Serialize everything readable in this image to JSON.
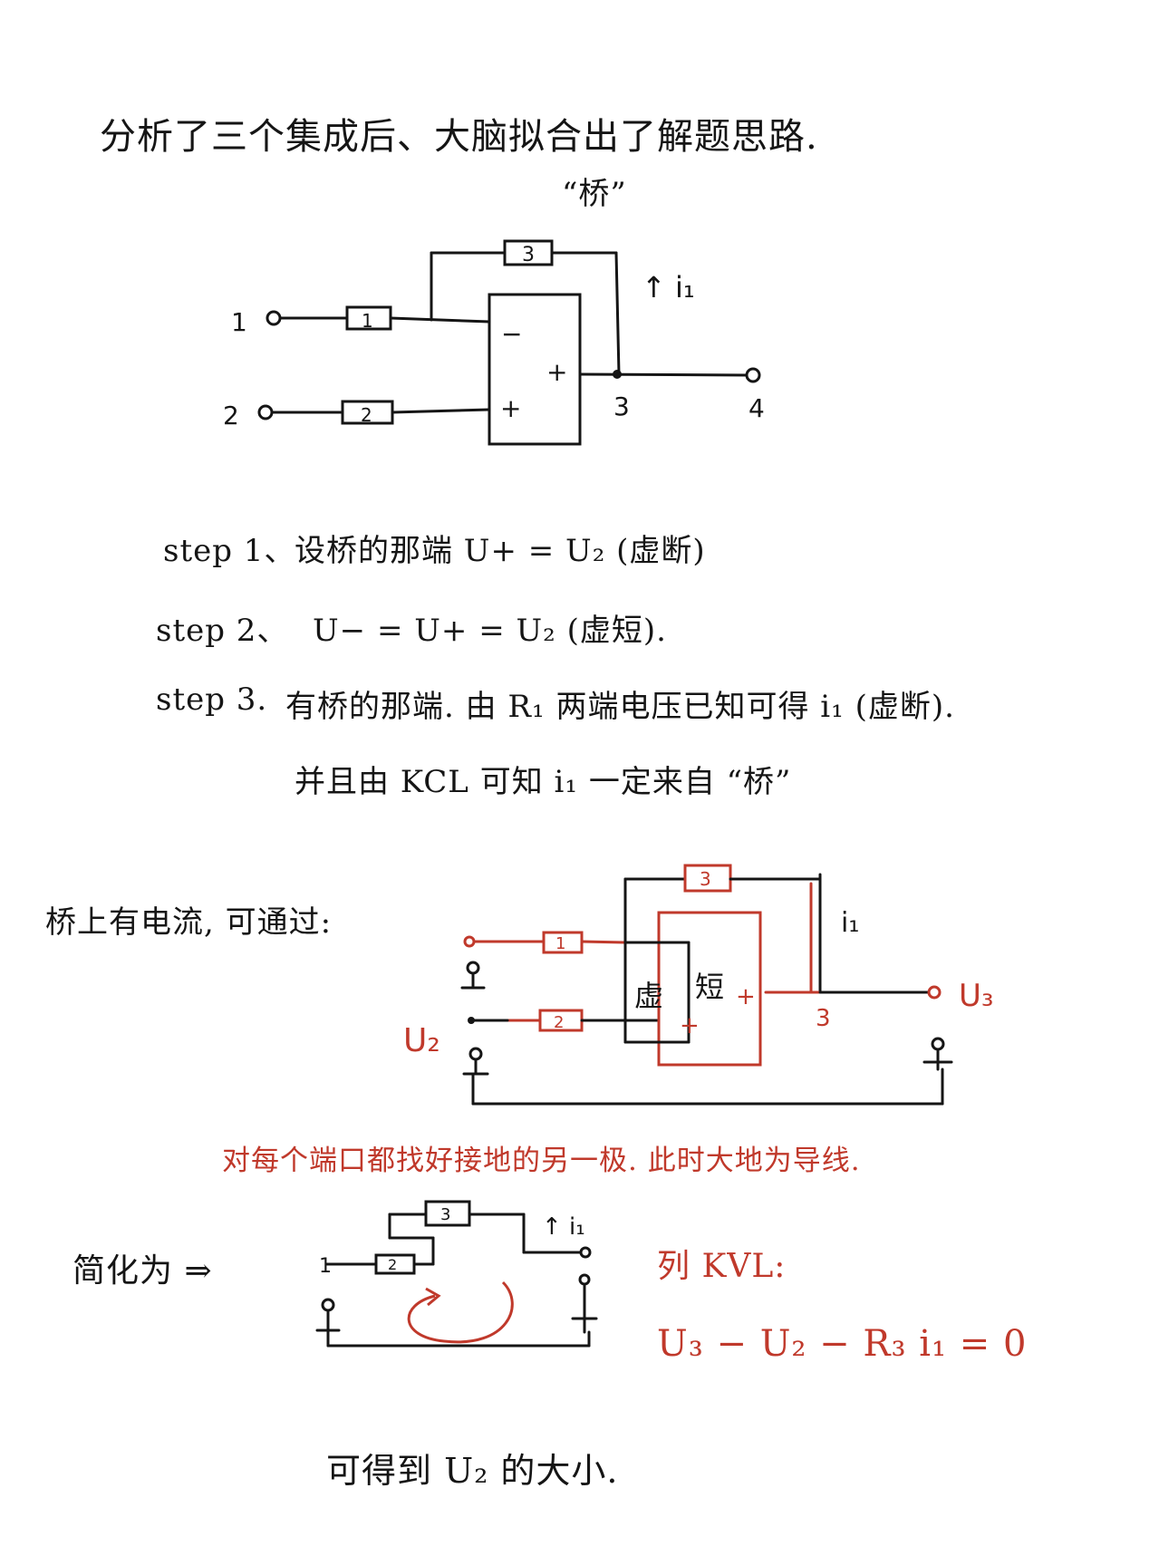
{
  "title": "分析了三个集成后、大脑拟合出了解题思路.",
  "bridge_label": "“桥”",
  "diagram1": {
    "nodes": [
      "1",
      "2",
      "3",
      "4"
    ],
    "resistors": [
      "1",
      "2",
      "3"
    ],
    "opamp_minus": "−",
    "opamp_plus": "+",
    "opamp_out": "+",
    "current_label": "↑ i₁"
  },
  "steps": [
    {
      "label": "step 1、",
      "text": "设桥的那端  U+ = U₂    (虚断)"
    },
    {
      "label": "step 2、",
      "text": "U− = U+ = U₂    (虚短)."
    },
    {
      "label": "step 3.",
      "text": "有桥的那端. 由 R₁ 两端电压已知可得 i₁ (虚断)."
    },
    {
      "label": "",
      "text": "并且由 KCL 可知  i₁ 一定来自 “桥”"
    }
  ],
  "bridge_current_note": "桥上有电流, 可通过:",
  "diagram2": {
    "resistors": [
      "1",
      "2",
      "3"
    ],
    "virtual_label": "虚",
    "short_label": "短",
    "plus_top": "+",
    "plus_bottom": "+",
    "current_label": "i₁",
    "node_label": "3",
    "u2_label": "U₂",
    "u3_label": "U₃"
  },
  "ground_note": "对每个端口都找好接地的另一极. 此时大地为导线.",
  "simplify_label": "简化为 ⇒",
  "diagram3": {
    "resistors": [
      "2",
      "3"
    ],
    "left_node": "1",
    "current_label": "↑ i₁"
  },
  "kvl_title": "列 KVL:",
  "kvl_equation": "U₃ − U₂ − R₃ i₁ = 0",
  "conclusion": "可得到  U₂ 的大小.",
  "colors": {
    "ink": "#151515",
    "red": "#c0392b"
  }
}
